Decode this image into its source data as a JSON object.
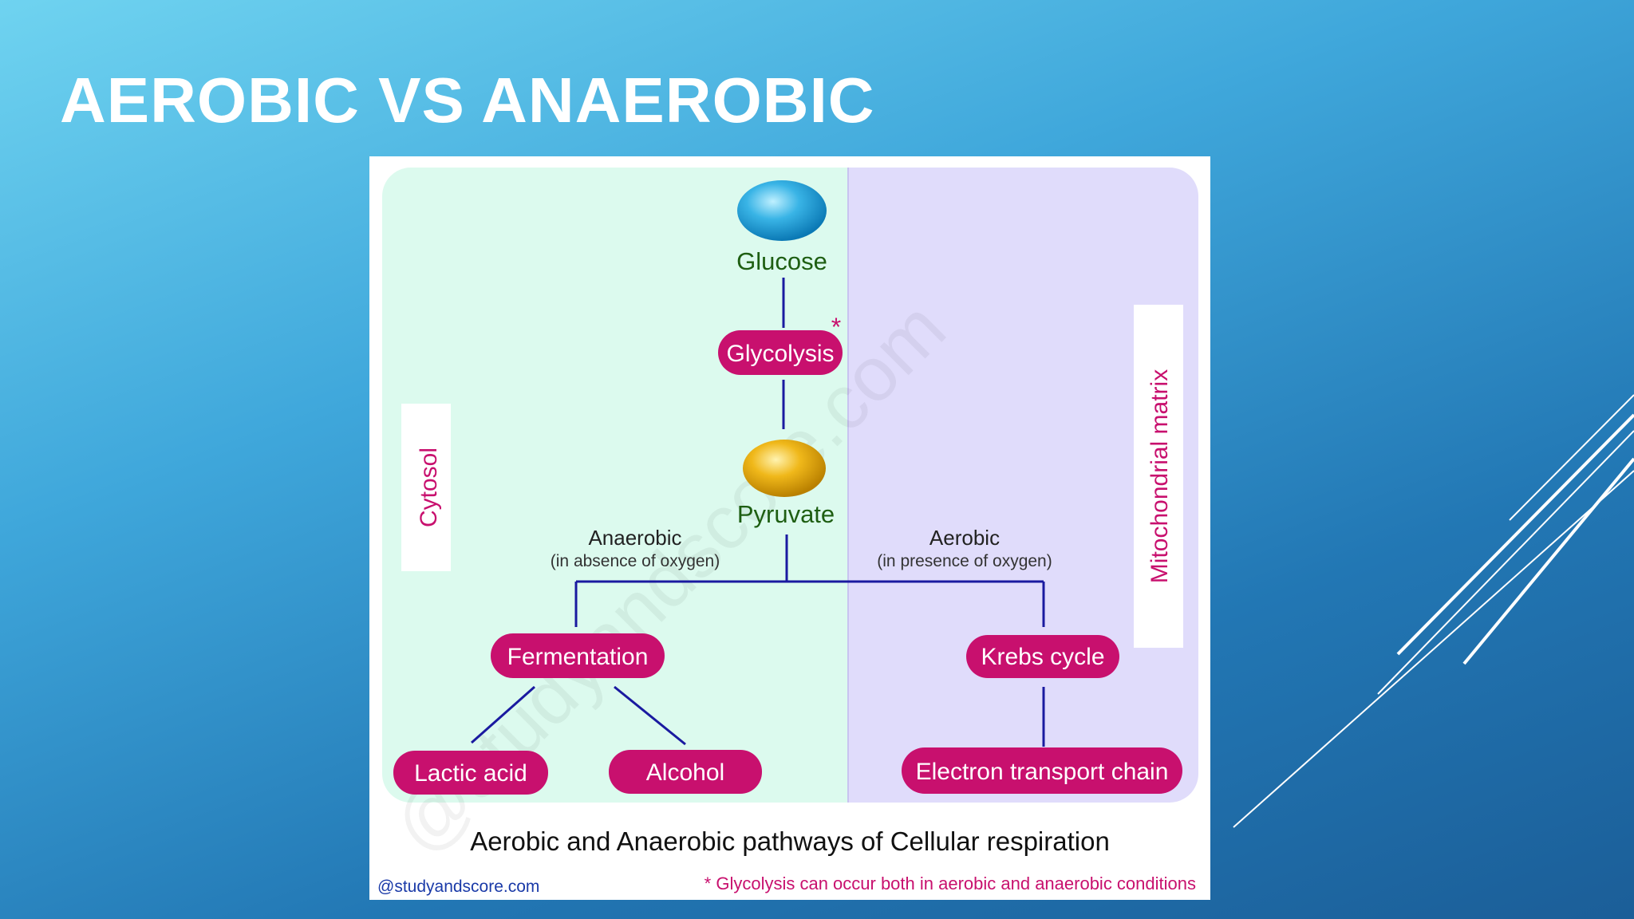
{
  "slide": {
    "title": "AEROBIC VS ANAEROBIC"
  },
  "diagram": {
    "regions": {
      "left": "Cytosol",
      "right": "Mitochondrial matrix"
    },
    "nodes": {
      "glucose": "Glucose",
      "glycolysis": "Glycolysis",
      "glycolysis_marker": "*",
      "pyruvate": "Pyruvate",
      "fermentation": "Fermentation",
      "lactic_acid": "Lactic acid",
      "alcohol": "Alcohol",
      "krebs_cycle": "Krebs cycle",
      "etc": "Electron transport chain"
    },
    "branches": {
      "anaerobic": {
        "label": "Anaerobic",
        "note": "(in absence of oxygen)"
      },
      "aerobic": {
        "label": "Aerobic",
        "note": "(in presence of oxygen)"
      }
    },
    "caption": "Aerobic and Anaerobic pathways of Cellular respiration",
    "credit": "@studyandscore.com",
    "footnote": "* Glycolysis can occur both in aerobic and anaerobic conditions",
    "watermark": "@studyandscore.com",
    "colors": {
      "pill": "#c8106e",
      "cytosol_bg": "#dcfaee",
      "matrix_bg": "#e0dcfb",
      "connector": "#1a1aa0",
      "node_text_green": "#1e5e12",
      "glucose": "#39b4e6",
      "pyruvate": "#f0b81a"
    }
  }
}
